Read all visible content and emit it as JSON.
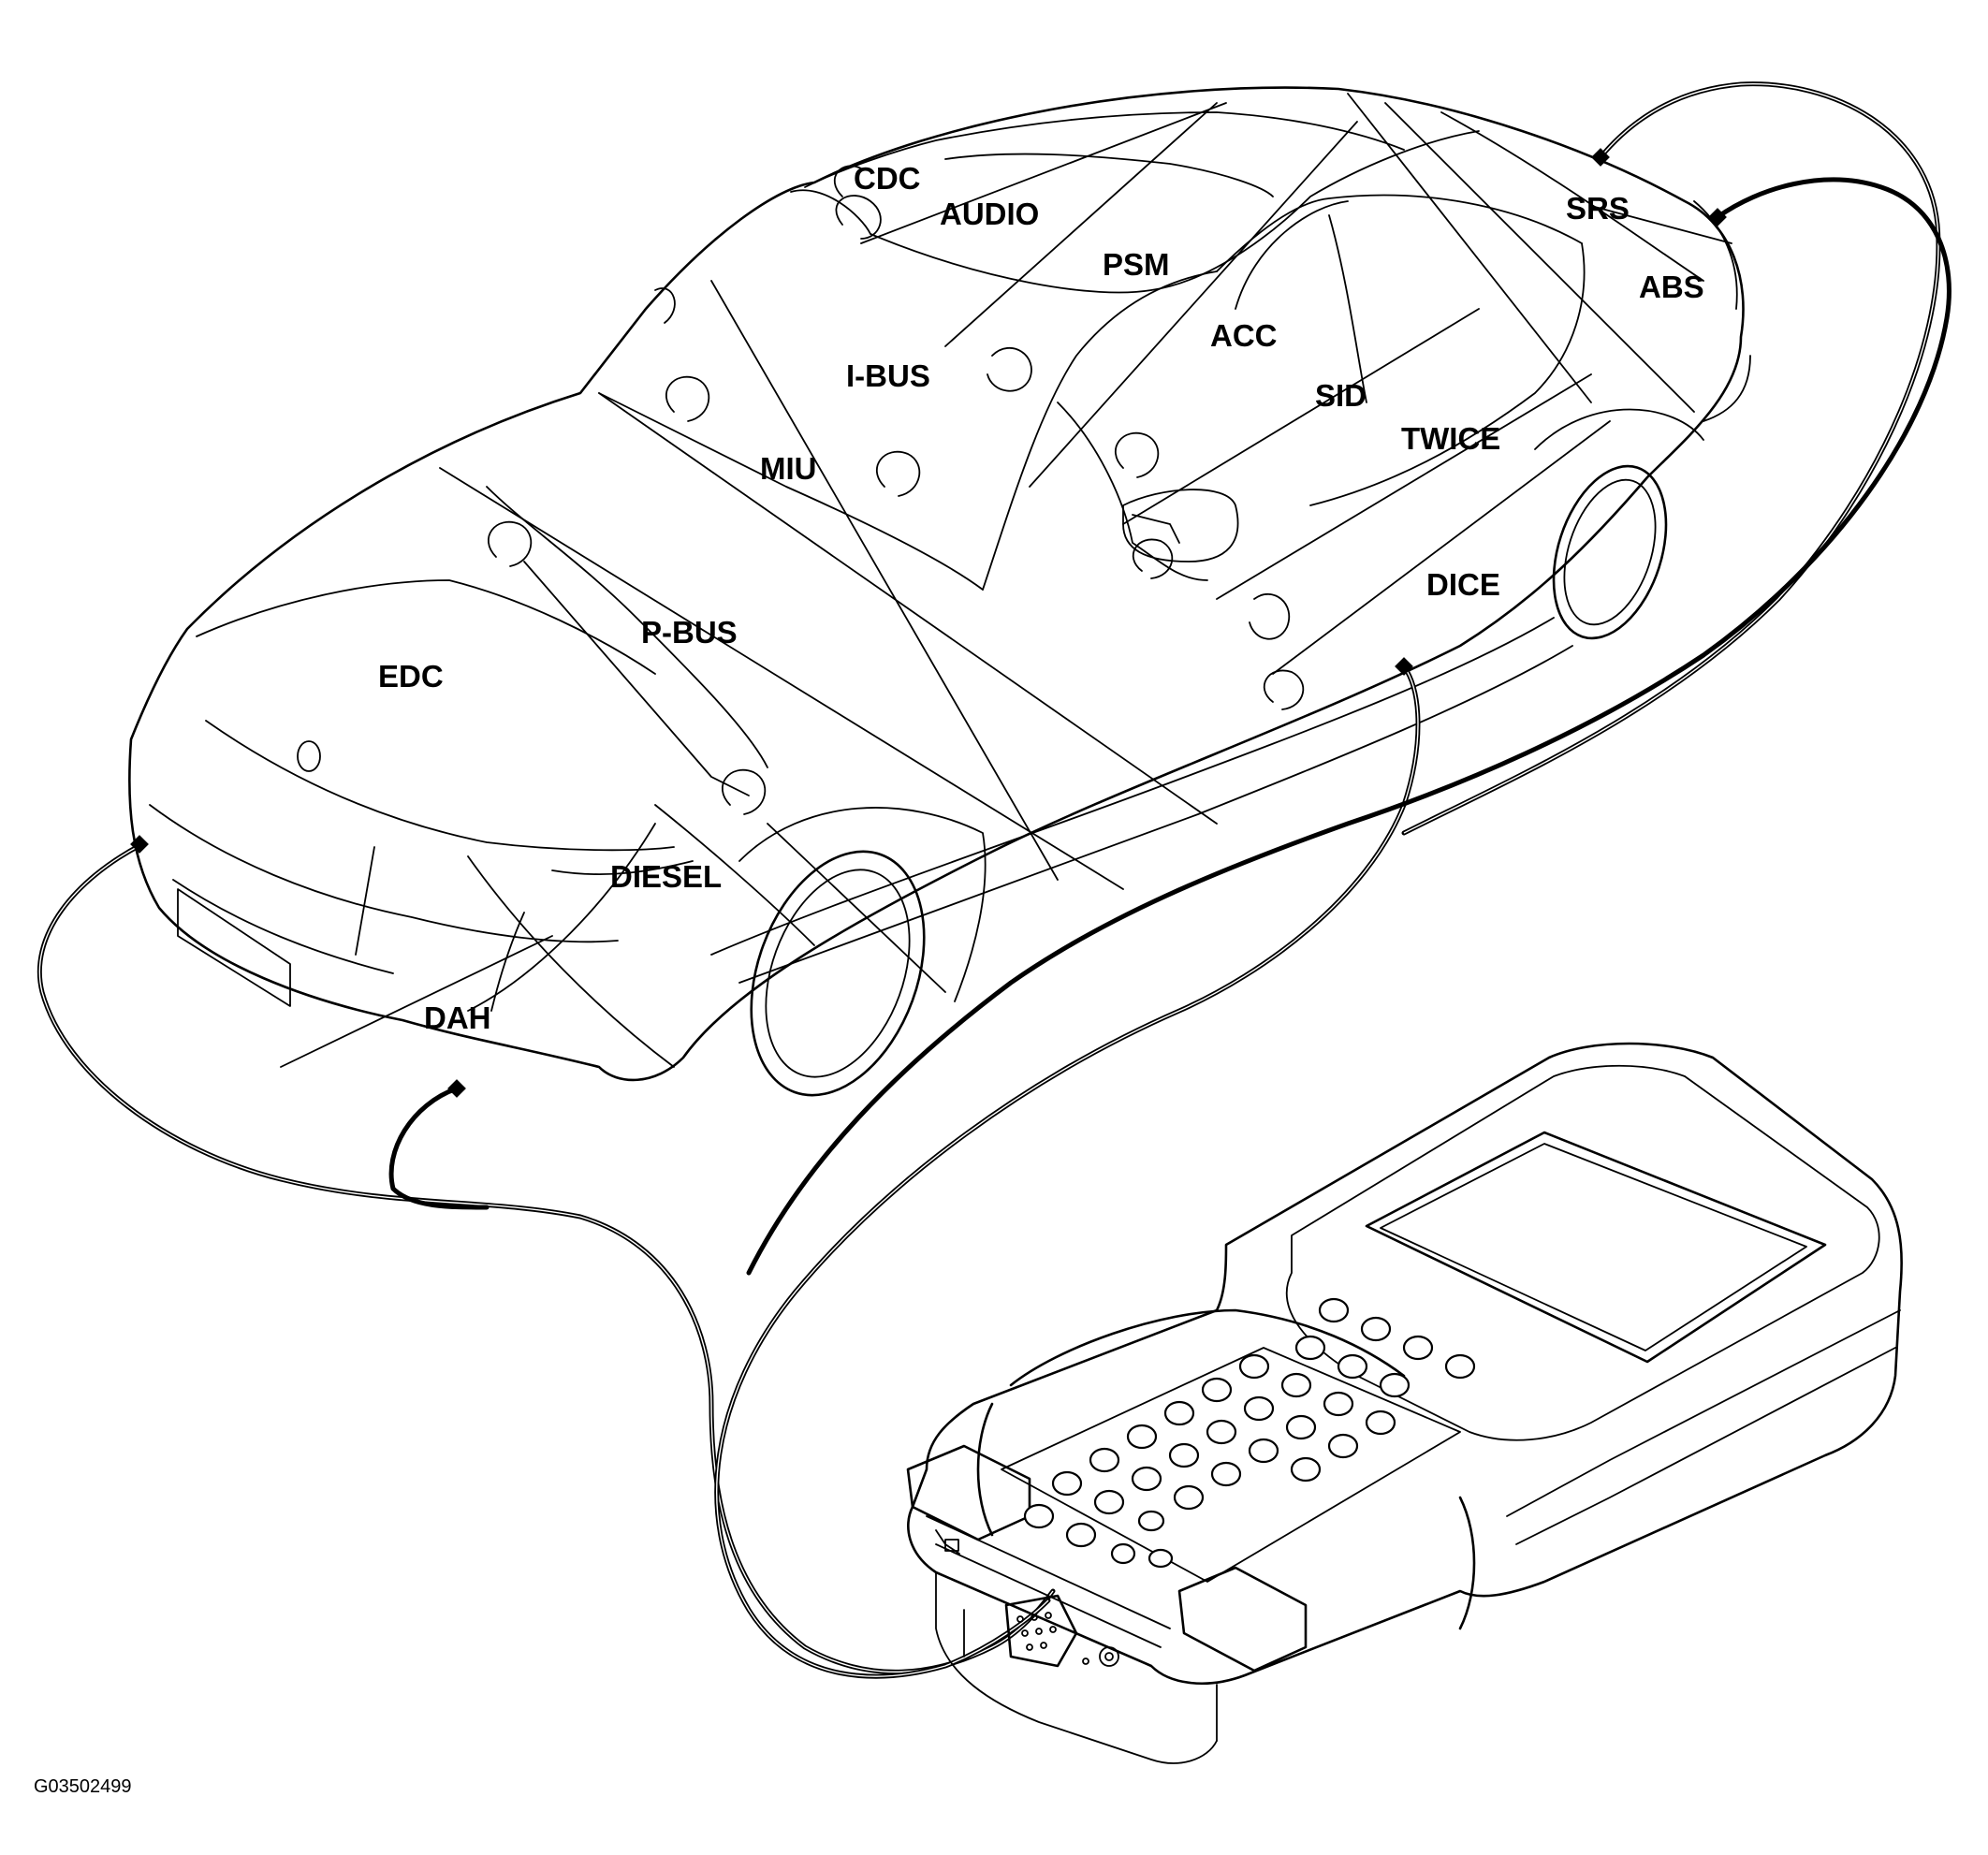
{
  "diagram": {
    "modules": {
      "cdc": "CDC",
      "audio": "AUDIO",
      "psm": "PSM",
      "srs": "SRS",
      "abs": "ABS",
      "acc": "ACC",
      "i_bus": "I-BUS",
      "sid": "SID",
      "twice": "TWICE",
      "miu": "MIU",
      "dice": "DICE",
      "p_bus": "P-BUS",
      "edc": "EDC",
      "diesel": "DIESEL",
      "dah": "DAH"
    },
    "figure_id": "G03502499"
  }
}
